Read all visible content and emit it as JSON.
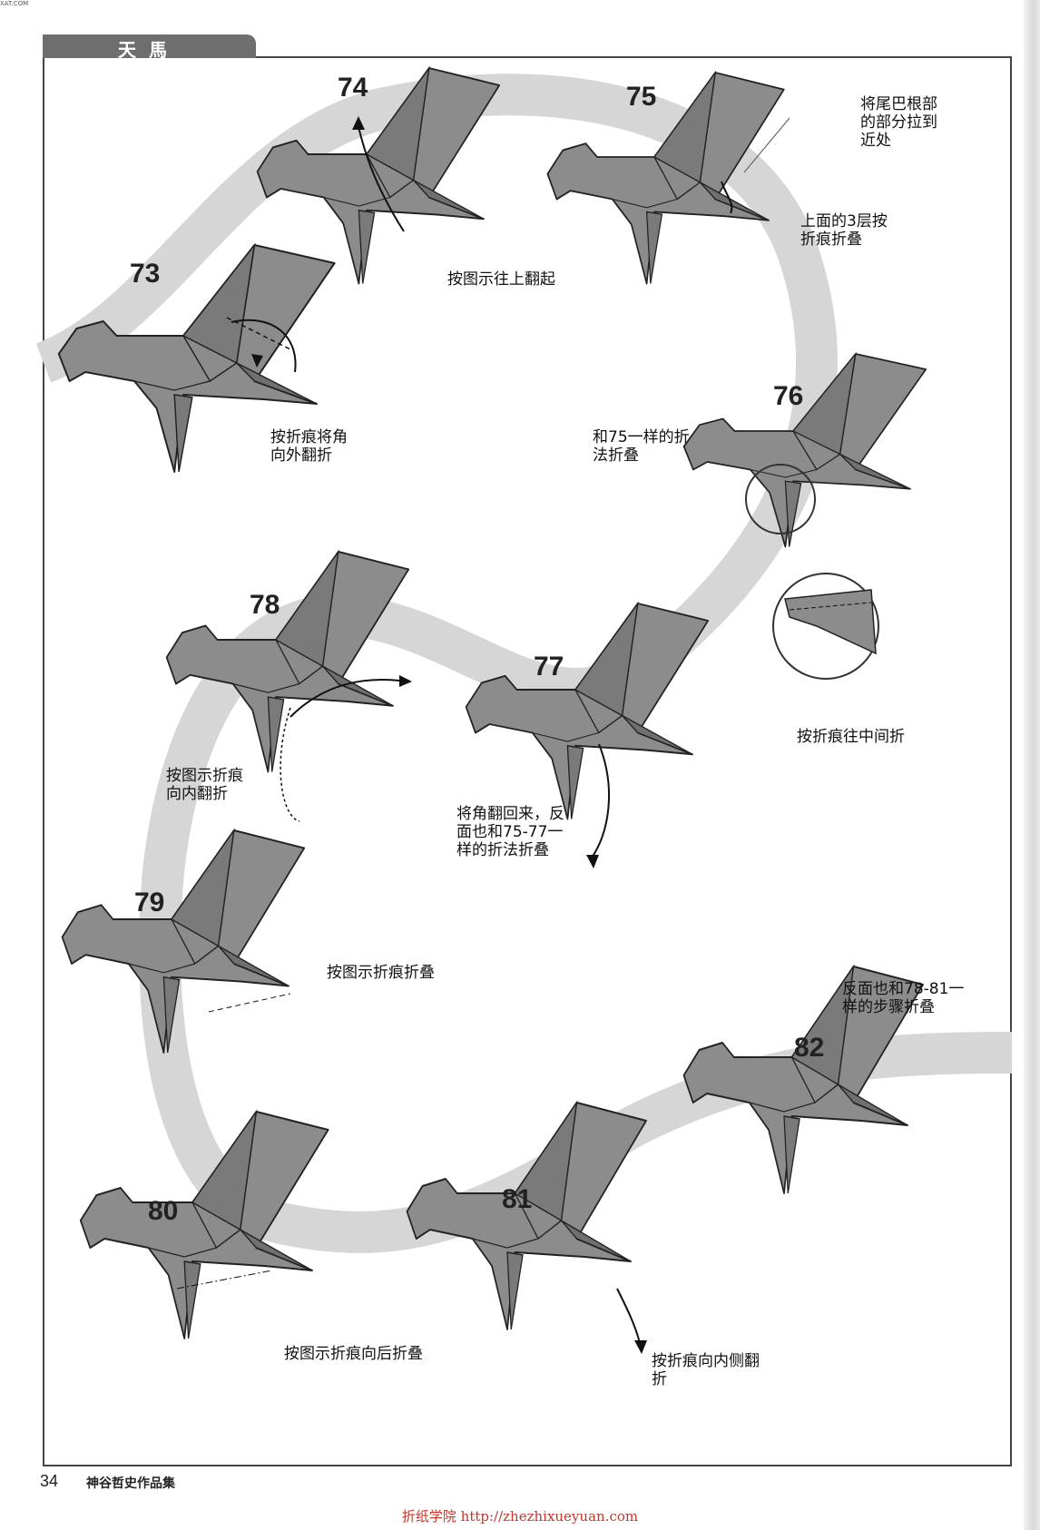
{
  "header": {
    "mark": "XAT.COM",
    "title": "天馬"
  },
  "steps": {
    "s73": "73",
    "s74": "74",
    "s75": "75",
    "s76": "76",
    "s77": "77",
    "s78": "78",
    "s79": "79",
    "s80": "80",
    "s81": "81",
    "s82": "82"
  },
  "notes": {
    "n73": "按折痕将角\n向外翻折",
    "n74": "按图示往上翻起",
    "n75a": "将尾巴根部\n的部分拉到\n近处",
    "n75b": "上面的3层按\n折痕折叠",
    "n76a": "和75一样的折\n法折叠",
    "n76b": "按折痕往中间折",
    "n77": "将角翻回来，反\n面也和75-77一\n样的折法折叠",
    "n78": "按图示折痕\n向内翻折",
    "n79": "按图示折痕折叠",
    "n80": "按图示折痕向后折叠",
    "n81": "按折痕向内侧翻\n折",
    "n82": "反面也和78-81一\n样的步骤折叠"
  },
  "footer": {
    "page_number": "34",
    "book_title": "神谷哲史作品集",
    "site": "折纸学院  http://zhezhixueyuan.com"
  },
  "colors": {
    "paper": "#8c8c8c",
    "paper_dark": "#6f6f6f",
    "path": "#d6d6d6",
    "line": "#222222"
  }
}
